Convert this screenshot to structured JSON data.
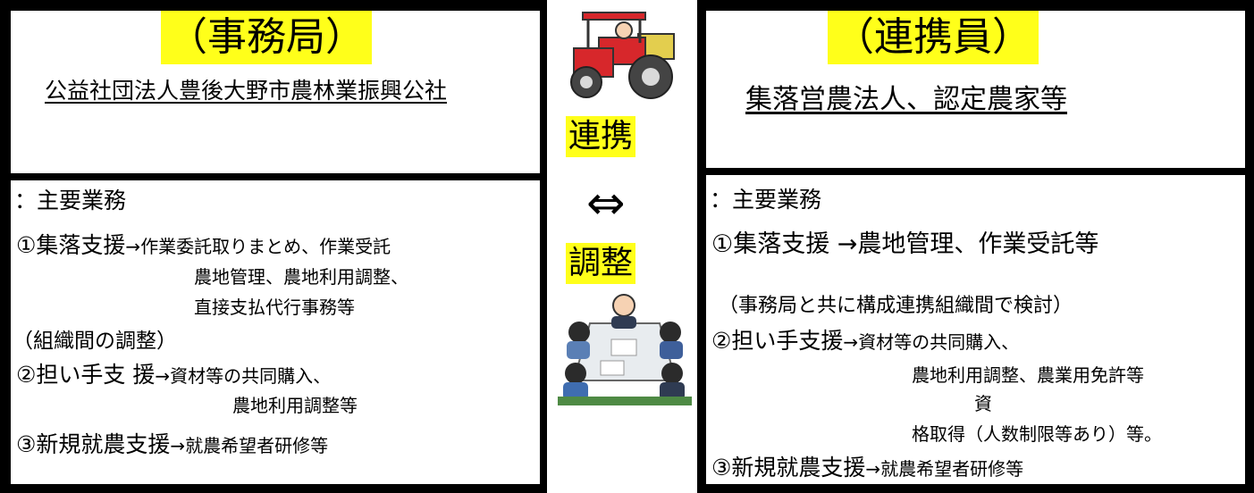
{
  "left": {
    "title": "（事務局）",
    "org": "公益社団法人豊後大野市農林業振興公社",
    "heading": "：主要業務",
    "items": [
      {
        "label": "①集落支援",
        "arrow": "→",
        "desc": "作業委託取りまとめ、作業受託"
      },
      {
        "desc": "農地管理、農地利用調整、"
      },
      {
        "desc": "直接支払代行事務等"
      },
      {
        "label": "（組織間の調整）"
      },
      {
        "label": "②担い手支 援",
        "arrow": "→",
        "desc": "資材等の共同購入、"
      },
      {
        "desc": "農地利用調整等"
      },
      {
        "label": "③新規就農支援",
        "arrow": "→",
        "desc": "就農希望者研修等"
      }
    ]
  },
  "middle": {
    "word_top": "連携",
    "arrow": "⇔",
    "word_bottom": "調整"
  },
  "right": {
    "title": "（連携員）",
    "org": "集落営農法人、認定農家等",
    "heading": "：主要業務",
    "items": [
      {
        "label": "①集落支援 ",
        "arrow": "→",
        "desc": "農地管理、作業受託等"
      },
      {
        "label": "（事務局と共に構成連携組織間で検討）"
      },
      {
        "label": "②担い手支援",
        "arrow": "→",
        "desc": "資材等の共同購入、"
      },
      {
        "desc": "農地利用調整、農業用免許等"
      },
      {
        "desc": "資"
      },
      {
        "desc": "格取得（人数制限等あり）等。"
      },
      {
        "label": "③新規就農支援",
        "arrow": "→",
        "desc": "就農希望者研修等"
      }
    ]
  },
  "colors": {
    "highlight": "#ffff1a",
    "border": "#000000",
    "tractor": "#d7272b",
    "table": "#4e8a44"
  }
}
